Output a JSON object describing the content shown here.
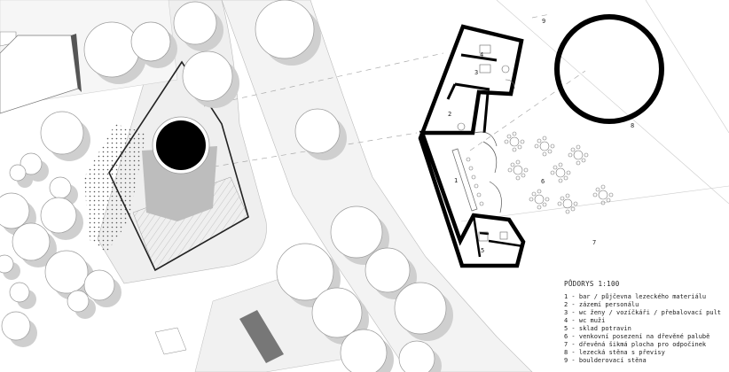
{
  "legend": {
    "title": "PŮDORYS 1:100",
    "items": [
      "1 - bar / půjčevna lezeckého materiálu",
      "2 - zázemí personálu",
      "3 - wc ženy / vozíčkáři / přebalovací pult",
      "4 - wc muži",
      "5 - sklad potravin",
      "6 - venkovní posezení na dřevěné palubě",
      "7 - dřevěná šikmá plocha pro odpočinek",
      "8 - lezecká stěna s převisy",
      "9 - boulderovací stěna"
    ]
  },
  "room_numbers": [
    "1",
    "2",
    "3",
    "4",
    "5",
    "6",
    "7",
    "8",
    "9"
  ]
}
